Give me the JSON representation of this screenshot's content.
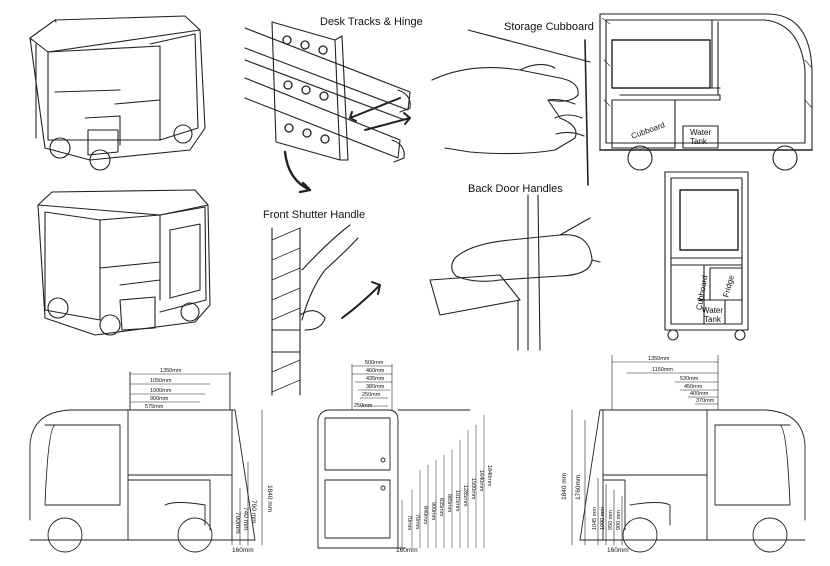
{
  "labels": {
    "desk_tracks": "Desk Tracks & Hinge",
    "storage_cupboard": "Storage Cubboard",
    "back_door_handles": "Back Door Handles",
    "front_shutter_handle": "Front Shutter Handle",
    "cupboard_top": "Cubboard",
    "water_tank_top_1": "Water",
    "water_tank_top_2": "Tank",
    "cupboard_bottom": "Cubboard",
    "fridge": "Fridge",
    "water_tank_bottom_1": "Water",
    "water_tank_bottom_2": "Tank"
  },
  "dims_left": {
    "w1": "1350mm",
    "w2": "1050mm",
    "w3": "1000mm",
    "w4": "900mm",
    "w5": "575mm",
    "h_total": "1840 mm",
    "h1": "790 mm",
    "h2": "740 mm",
    "h3": "700mm",
    "h_ground": "160mm"
  },
  "dims_mid": {
    "w1": "500mm",
    "w2": "460mm",
    "w3": "435mm",
    "w4": "380mm",
    "w5": "250mm",
    "w6": "250mm",
    "h_ground": "160mm",
    "h_a": "70mm",
    "hs": [
      "1840mm",
      "1640mm",
      "1500mm",
      "1285mm",
      "1015mm",
      "885mm",
      "835mm",
      "900mm",
      "840mm",
      "70mm"
    ]
  },
  "dims_right": {
    "w1": "1350mm",
    "w2": "1150mm",
    "w3": "530mm",
    "w4": "450mm",
    "w5": "400mm",
    "w6": "370mm",
    "h_total": "1840 mm",
    "h2": "1760mm",
    "hs": [
      "1045 mm",
      "1000 mm",
      "950 mm",
      "900 mm"
    ],
    "h_ground": "160mm"
  }
}
